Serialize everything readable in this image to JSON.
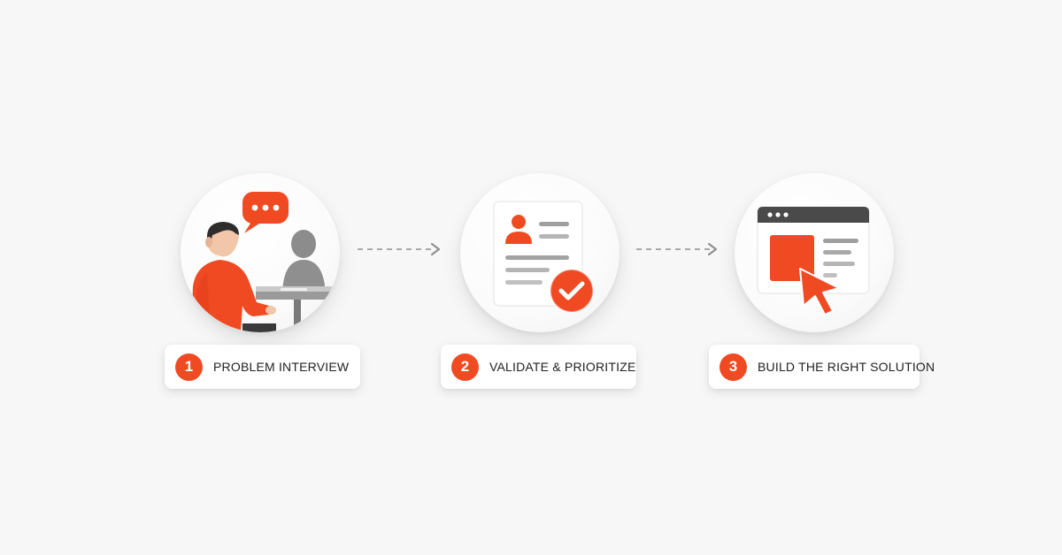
{
  "colors": {
    "accent": "#f04a23",
    "accent_dark": "#d63a16",
    "line_gray": "#a9a9a9",
    "text": "#222222",
    "background": "#f7f7f7"
  },
  "steps": [
    {
      "number": "1",
      "label": "PROBLEM INTERVIEW",
      "icon": "interview-people-icon"
    },
    {
      "number": "2",
      "label": "VALIDATE & PRIORITIZE",
      "icon": "profile-card-check-icon"
    },
    {
      "number": "3",
      "label": "BUILD THE RIGHT SOLUTION",
      "icon": "browser-window-cursor-icon"
    }
  ],
  "connectors": [
    "dashed-arrow-icon",
    "dashed-arrow-icon"
  ]
}
